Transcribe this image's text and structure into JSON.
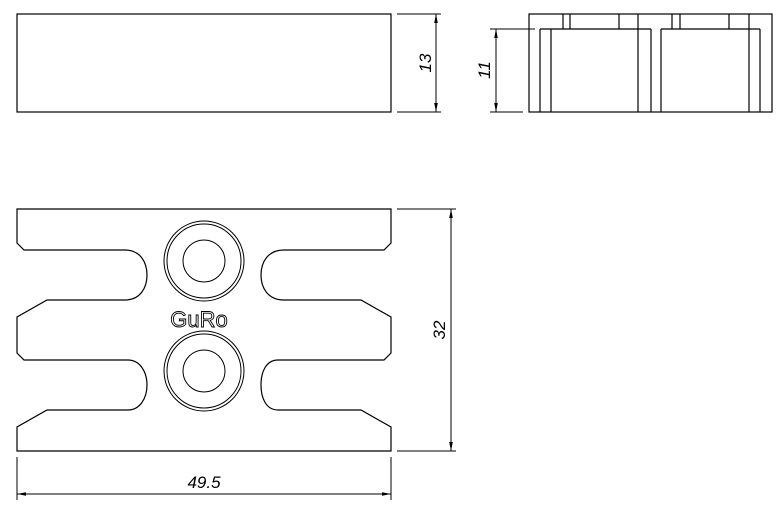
{
  "drawing": {
    "logo_text": "GuRo",
    "dimensions": {
      "front_height": "13",
      "side_height": "11",
      "plan_depth": "32",
      "plan_width": "49.5"
    }
  }
}
